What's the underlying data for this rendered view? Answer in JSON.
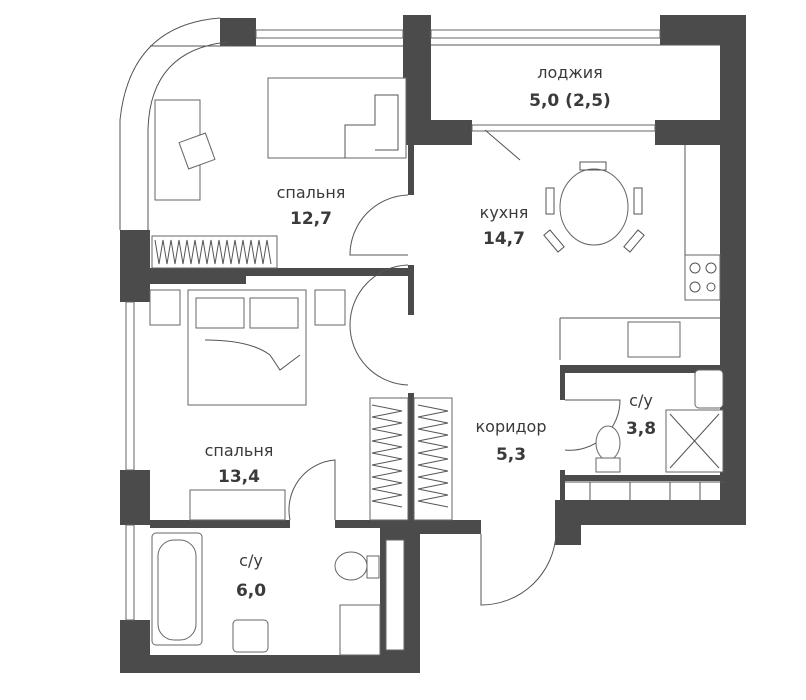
{
  "plan": {
    "rooms": [
      {
        "id": "loggia",
        "name": "лоджия",
        "area": "5,0 (2,5)"
      },
      {
        "id": "bedroom-1",
        "name": "спальня",
        "area": "12,7"
      },
      {
        "id": "kitchen",
        "name": "кухня",
        "area": "14,7"
      },
      {
        "id": "bedroom-2",
        "name": "спальня",
        "area": "13,4"
      },
      {
        "id": "corridor",
        "name": "коридор",
        "area": "5,3"
      },
      {
        "id": "bathroom-small",
        "name": "с/у",
        "area": "3,8"
      },
      {
        "id": "bathroom-large",
        "name": "с/у",
        "area": "6,0"
      }
    ],
    "colors": {
      "wall": "#4b4b4b",
      "line": "#555555",
      "text": "#3a3a3a"
    }
  }
}
